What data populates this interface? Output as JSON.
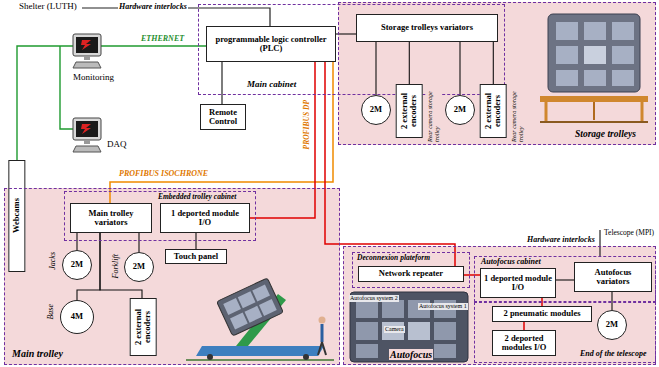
{
  "diagram": {
    "nodes": [
      {
        "text": [
          "Main cabinet"
        ]
      },
      {
        "text": [
          "programmable logic controller (PLC)"
        ],
        "in": 0
      },
      {
        "text": [
          "Storage trolleys variators"
        ],
        "in": 0
      },
      {
        "text": [
          "Storage trolleys"
        ]
      },
      {
        "text": [
          "2M"
        ],
        "in": 3
      },
      {
        "text": [
          "2 external encoders"
        ],
        "in": 3
      },
      {
        "text": [
          "2M"
        ],
        "in": 3
      },
      {
        "text": [
          "2 external encoders"
        ],
        "in": 3
      },
      {
        "text": [
          "Remote Control"
        ]
      },
      {
        "text": [
          "Webcams"
        ]
      },
      {
        "text": [
          "Main trolley"
        ]
      },
      {
        "text": [
          "Embedded trolley cabinet"
        ],
        "in": 10
      },
      {
        "text": [
          "Main trolley variators"
        ],
        "in": 11
      },
      {
        "text": [
          "1 deported module I/O"
        ],
        "in": 11
      },
      {
        "text": [
          "Touch panel"
        ],
        "in": 10
      },
      {
        "text": [
          "2M"
        ],
        "in": 10
      },
      {
        "text": [
          "2M"
        ],
        "in": 10
      },
      {
        "text": [
          "4M"
        ],
        "in": 10
      },
      {
        "text": [
          "2 external encoders"
        ],
        "in": 10
      },
      {
        "text": [
          "Autofocus"
        ]
      },
      {
        "text": [
          "Deconnexion plateform"
        ],
        "in": 19
      },
      {
        "text": [
          "Network repeater"
        ],
        "in": 20
      },
      {
        "text": [
          "Autofocus cabinet"
        ],
        "in": 19
      },
      {
        "text": [
          "1 deported module I/O"
        ],
        "in": 22
      },
      {
        "text": [
          "Autofocus variators"
        ],
        "in": 22
      },
      {
        "text": [
          "End of the telescope"
        ],
        "in": 19
      },
      {
        "text": [
          "2 pneumatic modules"
        ],
        "in": 25
      },
      {
        "text": [
          "2 deported modules I/O"
        ],
        "in": 25
      },
      {
        "text": [
          "2M"
        ],
        "in": 25
      }
    ],
    "edges": [
      {
        "from": 1,
        "to": 2,
        "arrow": "none"
      },
      {
        "from": 1,
        "to": 8,
        "arrow": "none"
      },
      {
        "from": 2,
        "to": 4,
        "arrow": "none"
      },
      {
        "from": 2,
        "to": 5,
        "arrow": "none"
      },
      {
        "from": 2,
        "to": 6,
        "arrow": "none"
      },
      {
        "from": 2,
        "to": 7,
        "arrow": "none"
      },
      {
        "from": 1,
        "to": 12,
        "label": "PROFIBUS ISOCHRONE",
        "arrow": "none"
      },
      {
        "from": 1,
        "to": 13,
        "label": "PROFIBUS DP",
        "arrow": "none"
      },
      {
        "from": 1,
        "to": 21,
        "arrow": "none"
      },
      {
        "from": 12,
        "to": 15,
        "arrow": "none"
      },
      {
        "from": 12,
        "to": 16,
        "arrow": "none"
      },
      {
        "from": 12,
        "to": 17,
        "arrow": "none"
      },
      {
        "from": 12,
        "to": 18,
        "arrow": "none"
      },
      {
        "from": 13,
        "to": 14,
        "arrow": "none"
      },
      {
        "from": 21,
        "to": 23,
        "arrow": "none"
      },
      {
        "from": 23,
        "to": 24,
        "arrow": "none"
      },
      {
        "from": 23,
        "to": 26,
        "arrow": "none"
      },
      {
        "from": 26,
        "to": 27,
        "arrow": "none"
      },
      {
        "from": 24,
        "to": 28,
        "arrow": "none"
      }
    ],
    "labels": [
      "Shelter (LUTH)",
      "Hardware interlocks",
      "ETHERNET",
      "Monitoring",
      "DAQ",
      "Rear camera storage trolley",
      "Rear camera storage trolley",
      "Jacks",
      "Forklift",
      "Base",
      "Hardware interlocks",
      "Telescope (MPI)",
      "Autofocus system 2",
      "Camera",
      "Autofocus system 1"
    ]
  }
}
